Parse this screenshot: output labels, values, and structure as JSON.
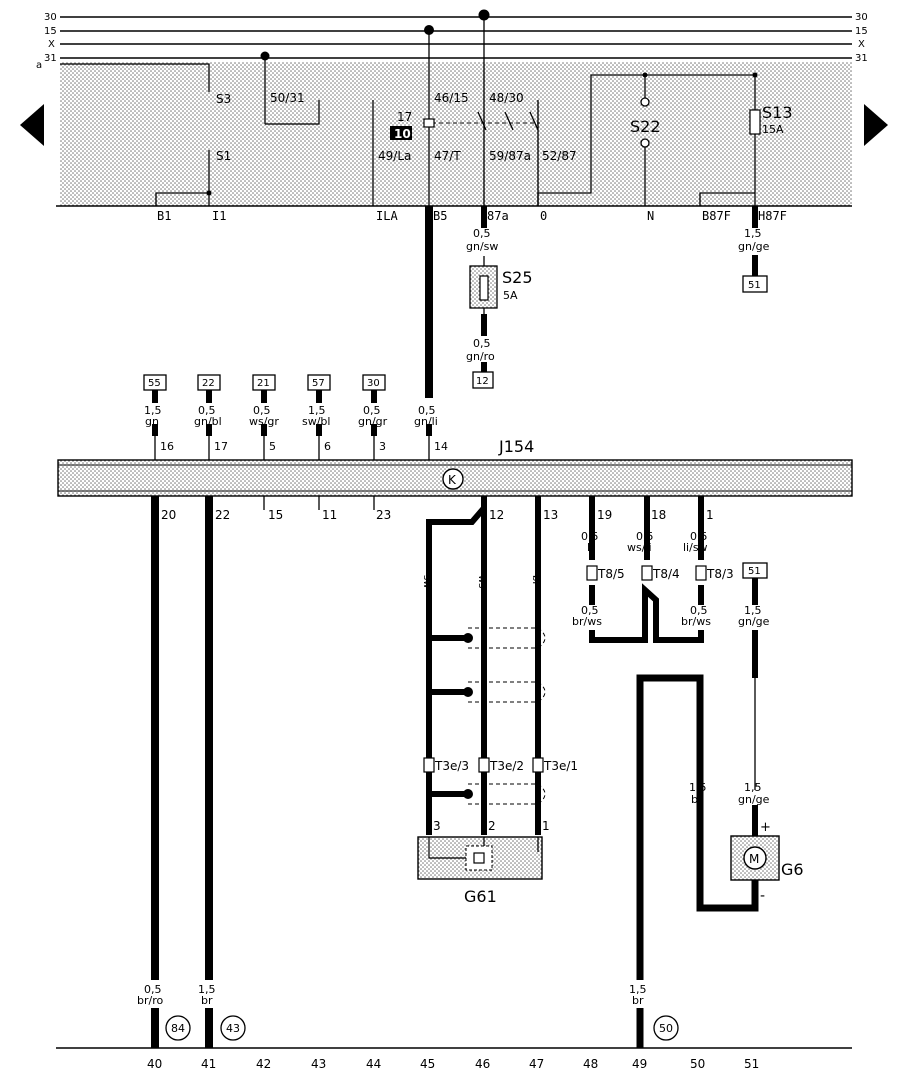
{
  "rails": {
    "r30": "30",
    "r15": "15",
    "rx": "X",
    "r31": "31",
    "ra": "a"
  },
  "relay_panel": {
    "pins": [
      "S3",
      "50/31",
      "S1",
      "17",
      "10",
      "49/La",
      "46/15",
      "48/30",
      "47/T",
      "59/87a",
      "52/87"
    ],
    "s22": "S22",
    "s13_name": "S13",
    "s13_rating": "15A"
  },
  "panel_terminals": [
    "B1",
    "I1",
    "ILA",
    "B5",
    "87a",
    "0",
    "N",
    "B87F",
    "H87F"
  ],
  "fuse_s25": {
    "top_size": "0,5",
    "top_color": "gn/sw",
    "name": "S25",
    "rating": "5A",
    "bottom_size": "0,5",
    "bottom_color": "gn/ro",
    "target": "12"
  },
  "h87f_wire": {
    "size": "1,5",
    "color": "gn/ge",
    "target": "51"
  },
  "control_unit": {
    "name": "J154",
    "symbol": "K"
  },
  "top_inputs": [
    {
      "ref": "55",
      "size": "1,5",
      "color": "gn",
      "pin": "16"
    },
    {
      "ref": "22",
      "size": "0,5",
      "color": "gn/bl",
      "pin": "17"
    },
    {
      "ref": "21",
      "size": "0,5",
      "color": "ws/gr",
      "pin": "5"
    },
    {
      "ref": "57",
      "size": "1,5",
      "color": "sw/bl",
      "pin": "6"
    },
    {
      "ref": "30",
      "size": "0,5",
      "color": "gn/gr",
      "pin": "3"
    },
    {
      "ref": "",
      "size": "0,5",
      "color": "gn/li",
      "pin": "14"
    }
  ],
  "bottom_pins": [
    "20",
    "22",
    "15",
    "11",
    "23",
    "12",
    "13",
    "19",
    "18",
    "1"
  ],
  "sensor_wires": [
    "sw",
    "ws",
    "br"
  ],
  "right_upper": [
    {
      "size": "0,5",
      "color": "li",
      "conn": "T8/5"
    },
    {
      "size": "0,5",
      "color": "ws/li",
      "conn": "T8/4"
    },
    {
      "size": "0,5",
      "color": "li/sw",
      "conn": "T8/3"
    }
  ],
  "right_lower": [
    {
      "size": "0,5",
      "color": "br/ws"
    },
    {
      "size": "0,5",
      "color": "br/ws"
    }
  ],
  "g6_feed": {
    "ref": "51",
    "size1": "1,5",
    "color1": "gn/ge",
    "size2": "1,5",
    "color2": "gn/ge"
  },
  "g6_ground": {
    "size": "1,5",
    "color": "br"
  },
  "connectors_t3e": [
    "T3e/3",
    "T3e/2",
    "T3e/1"
  ],
  "g61": {
    "name": "G61",
    "pins": [
      "3",
      "2",
      "1"
    ]
  },
  "g6": {
    "name": "G6",
    "plus": "+",
    "minus": "-",
    "motor": "M"
  },
  "bottom_wires": [
    {
      "size": "0,5",
      "color": "br/ro",
      "ref": "84"
    },
    {
      "size": "1,5",
      "color": "br",
      "ref": "43"
    },
    {
      "size": "1,5",
      "color": "br",
      "ref": "50"
    }
  ],
  "positions": [
    "40",
    "41",
    "42",
    "43",
    "44",
    "45",
    "46",
    "47",
    "48",
    "49",
    "50",
    "51"
  ]
}
